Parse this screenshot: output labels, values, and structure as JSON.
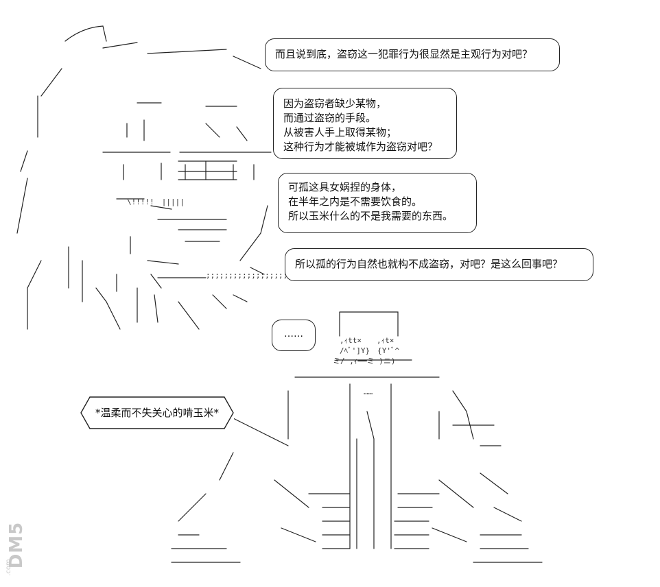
{
  "bubbles": {
    "b1": [
      "而且说到底，盗窃这一犯罪行为很显然是主观行为对吧？"
    ],
    "b2": [
      "因为盗窃者缺少某物，",
      "而通过盗窃的手段。",
      "从被害人手上取得某物；",
      "这种行为才能被城作为盗窃对吧？"
    ],
    "b3": [
      "可孤这具女娲捏的身体，",
      "在半年之内是不需要饮食的。",
      "所以玉米什么的不是我需要的东西。"
    ],
    "b4": [
      "所以孤的行为自然也就构不成盗窃，对吧？是这么回事吧？"
    ],
    "b5": [
      "……"
    ]
  },
  "caption": "*温柔而不失关心的啃玉米*",
  "watermark": {
    "brand": "DM5",
    "suffix": ".com"
  }
}
